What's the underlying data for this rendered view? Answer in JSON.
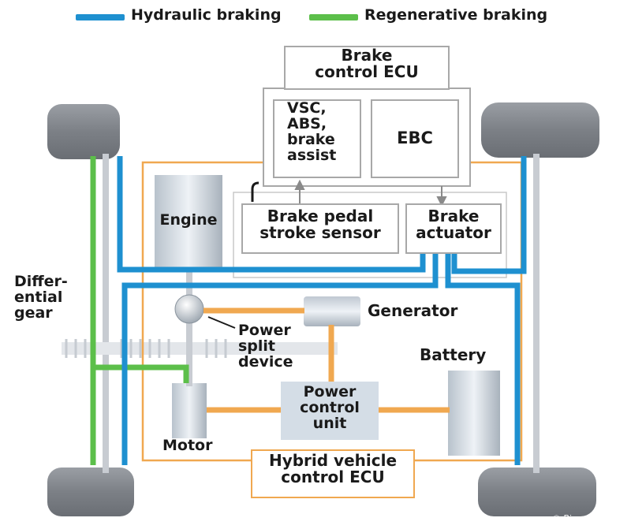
{
  "legend": {
    "hydraulic_label": "Hydraulic braking",
    "regenerative_label": "Regenerative braking"
  },
  "components": {
    "brake_ecu": "Brake\ncontrol ECU",
    "vsc_abs": "VSC,\nABS,\nbrake\nassist",
    "ebc": "EBC",
    "engine": "Engine",
    "pedal_sensor": "Brake pedal\nstroke sensor",
    "brake_actuator": "Brake\nactuator",
    "differential": "Differ-\nential\ngear",
    "generator": "Generator",
    "power_split": "Power\nsplit\ndevice",
    "battery": "Battery",
    "pcu": "Power\ncontrol\nunit",
    "motor": "Motor",
    "hv_ecu": "Hybrid vehicle\ncontrol ECU"
  },
  "colors": {
    "hydraulic": "#1e90d0",
    "regenerative": "#5cbf4a",
    "power": "#f0a850",
    "box_border": "#a8a8a8",
    "tire": "#8a8e94"
  },
  "watermark": "© Bi"
}
